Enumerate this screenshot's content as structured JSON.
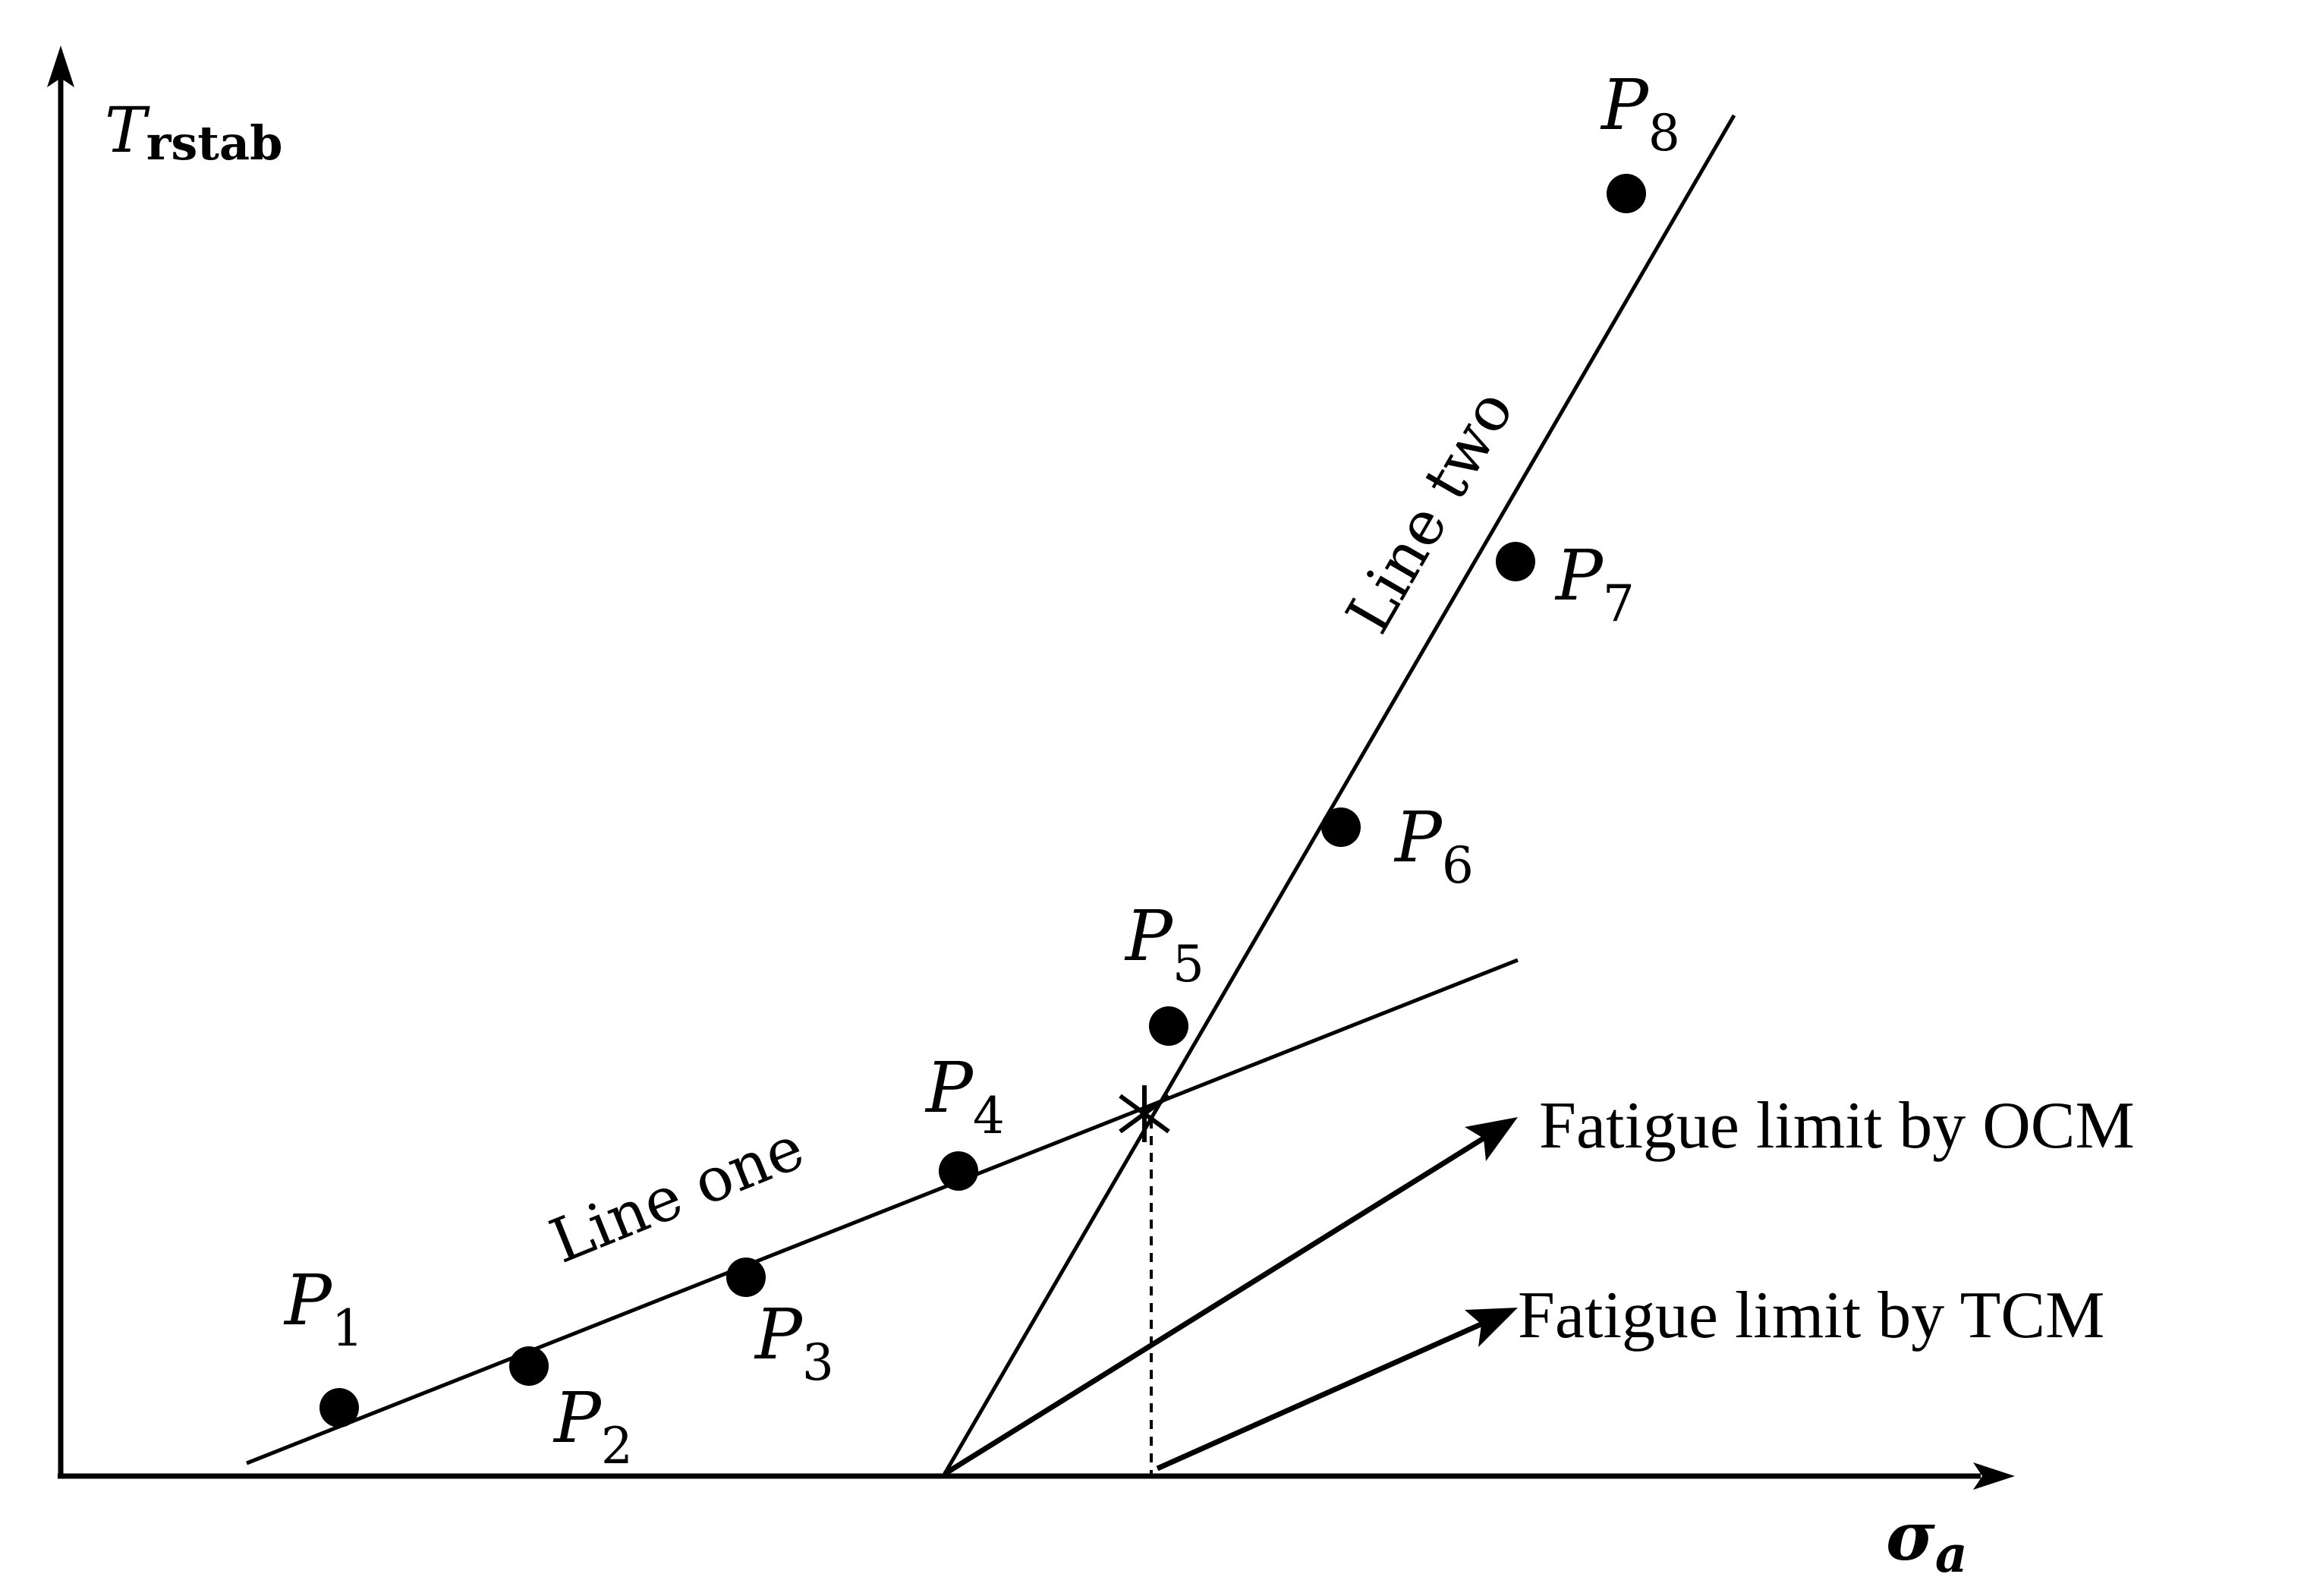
{
  "axes": {
    "y_label_main": "T",
    "y_label_sub": "rstab",
    "x_label_main": "σ",
    "x_label_sub": "a"
  },
  "points": [
    {
      "id": "P1",
      "main": "P",
      "sub": "1"
    },
    {
      "id": "P2",
      "main": "P",
      "sub": "2"
    },
    {
      "id": "P3",
      "main": "P",
      "sub": "3"
    },
    {
      "id": "P4",
      "main": "P",
      "sub": "4"
    },
    {
      "id": "P5",
      "main": "P",
      "sub": "5"
    },
    {
      "id": "P6",
      "main": "P",
      "sub": "6"
    },
    {
      "id": "P7",
      "main": "P",
      "sub": "7"
    },
    {
      "id": "P8",
      "main": "P",
      "sub": "8"
    }
  ],
  "lines": {
    "line_one": "Line one",
    "line_two": "Line two"
  },
  "annotations": {
    "ocm": "Fatigue limit by OCM",
    "tcm": "Fatigue limit by TCM"
  },
  "colors": {
    "ink": "#000000",
    "background": "#ffffff"
  }
}
